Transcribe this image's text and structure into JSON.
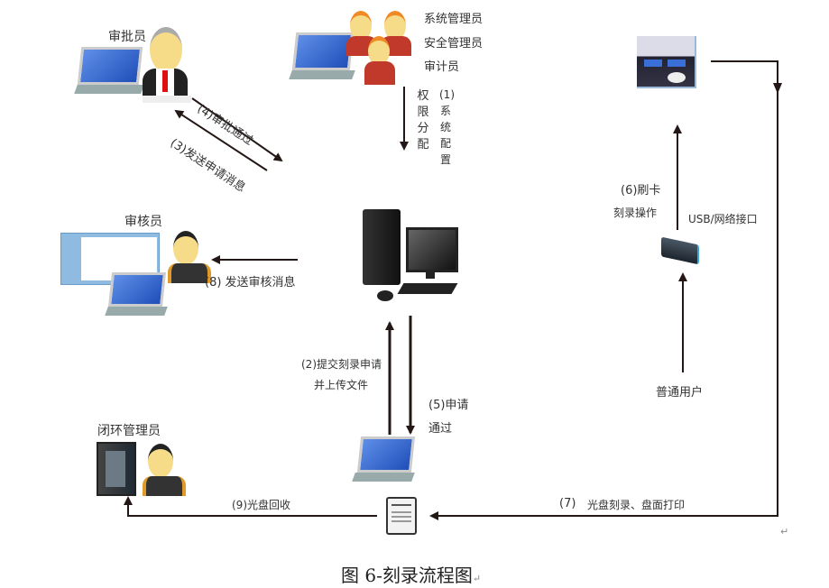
{
  "nodes": {
    "approver": {
      "label": "审批员"
    },
    "admins": {
      "labels": [
        "系统管理员",
        "安全管理员",
        "审计员"
      ]
    },
    "reviewer": {
      "label": "审核员"
    },
    "server": {
      "label": ""
    },
    "closed_loop_admin": {
      "label": "闭环管理员"
    },
    "user_laptop": {
      "label": ""
    },
    "document": {
      "label": ""
    },
    "disc_burner": {
      "label": ""
    },
    "card_reader": {
      "label": ""
    },
    "normal_user": {
      "label": "普通用户"
    }
  },
  "edges": {
    "step1": {
      "label_a": "权限分配",
      "label_b": "(1)系统配置"
    },
    "step2": {
      "line1": "(2)提交刻录申请",
      "line2": "并上传文件"
    },
    "step3": {
      "label": "(3)发送申请消息"
    },
    "step4": {
      "label": "(4)审批通过"
    },
    "step5": {
      "line1": "(5)申请",
      "line2": "通过"
    },
    "step6": {
      "line1": "(6)刷卡",
      "line2": "刻录操作",
      "interface": "USB/网络接口"
    },
    "step7": {
      "num": "(7)",
      "label": "光盘刻录、盘面打印"
    },
    "step8": {
      "label": "(8) 发送审核消息"
    },
    "step9": {
      "label": "(9)光盘回收"
    }
  },
  "caption": {
    "text": "图 6-刻录流程图",
    "mark": "↵"
  },
  "colors": {
    "arrow": "#231815",
    "laptop_screen": "#1f4fb8",
    "person_shirt": "#c0392b"
  }
}
